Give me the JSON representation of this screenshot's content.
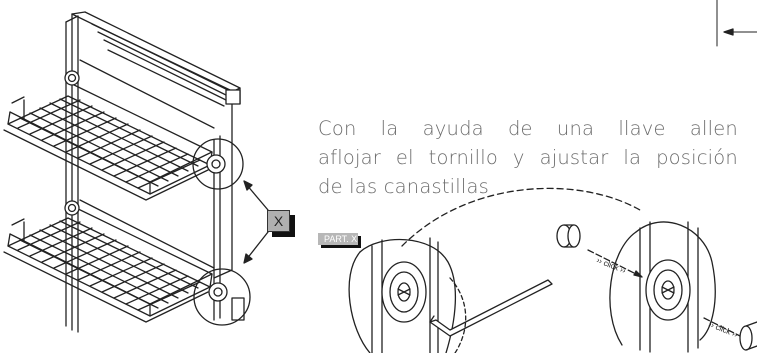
{
  "instruction": {
    "line1": "Con la ayuda de una llave allen",
    "line2": "aflojar el tornillo y ajustar la posición",
    "line3": "de las canastillas"
  },
  "callout_label": "X",
  "detail_label": "PART. X",
  "click_label_1": "click",
  "click_label_2": "click"
}
